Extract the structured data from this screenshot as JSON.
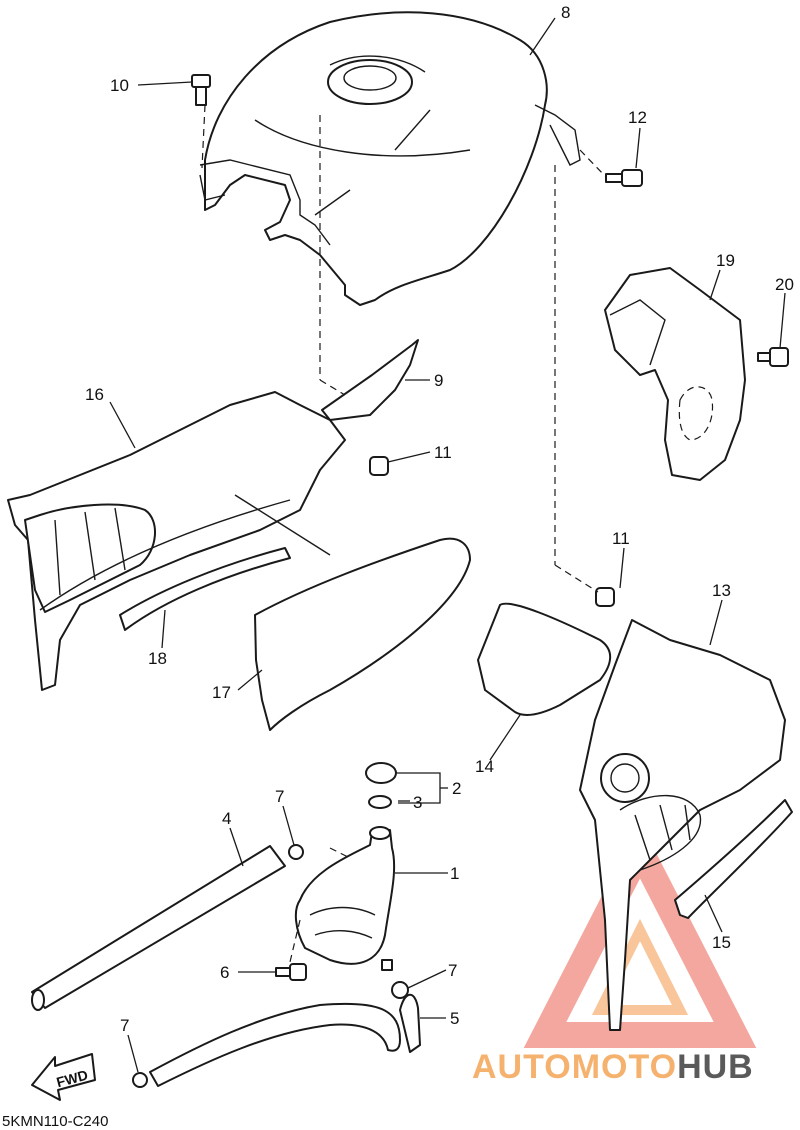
{
  "diagram": {
    "code": "5KMN110-C240",
    "direction_label": "FWD",
    "callouts": [
      {
        "id": "c1",
        "label": "1"
      },
      {
        "id": "c2",
        "label": "2"
      },
      {
        "id": "c3",
        "label": "3"
      },
      {
        "id": "c4",
        "label": "4"
      },
      {
        "id": "c5",
        "label": "5"
      },
      {
        "id": "c6",
        "label": "6"
      },
      {
        "id": "c7a",
        "label": "7"
      },
      {
        "id": "c7b",
        "label": "7"
      },
      {
        "id": "c7c",
        "label": "7"
      },
      {
        "id": "c8",
        "label": "8"
      },
      {
        "id": "c9",
        "label": "9"
      },
      {
        "id": "c10",
        "label": "10"
      },
      {
        "id": "c11a",
        "label": "11"
      },
      {
        "id": "c11b",
        "label": "11"
      },
      {
        "id": "c12",
        "label": "12"
      },
      {
        "id": "c13",
        "label": "13"
      },
      {
        "id": "c14",
        "label": "14"
      },
      {
        "id": "c15",
        "label": "15"
      },
      {
        "id": "c16",
        "label": "16"
      },
      {
        "id": "c17",
        "label": "17"
      },
      {
        "id": "c18",
        "label": "18"
      },
      {
        "id": "c19",
        "label": "19"
      },
      {
        "id": "c20",
        "label": "20"
      }
    ]
  },
  "watermark": {
    "brand_part1": "AUTOMOTO",
    "brand_part2": "HUB",
    "color_primary": "#f08a7e",
    "color_secondary": "#f7b47a",
    "color_dark": "#5a5a5a"
  }
}
